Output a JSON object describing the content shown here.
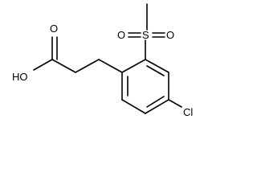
{
  "molecule": {
    "labels": {
      "hydroxyl": "HO",
      "carbonyl_oxygen": "O",
      "sulfur": "S",
      "sulfonyl_oxygen_left": "O",
      "sulfonyl_oxygen_right": "O",
      "chlorine": "Cl"
    }
  }
}
